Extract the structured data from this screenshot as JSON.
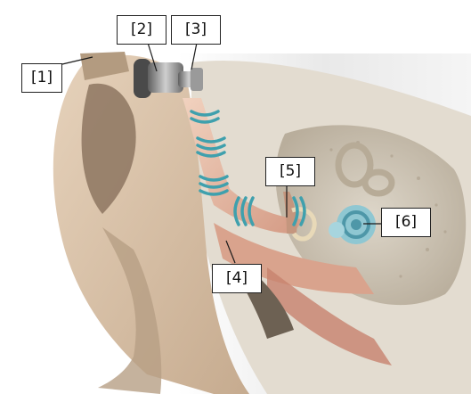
{
  "diagram": {
    "callouts": [
      {
        "id": "callout-1",
        "text": "[1]"
      },
      {
        "id": "callout-2",
        "text": "[2]"
      },
      {
        "id": "callout-3",
        "text": "[3]"
      },
      {
        "id": "callout-4",
        "text": "[4]"
      },
      {
        "id": "callout-5",
        "text": "[5]"
      },
      {
        "id": "callout-6",
        "text": "[6]"
      }
    ],
    "colors": {
      "skin": "#d9c2a8",
      "skin_shadow": "#a89079",
      "sound_wave": "#3fa0ad",
      "canal_tissue": "#e1b59a",
      "bone": "#cfc6b7",
      "eardrum": "#c4967e",
      "inner_ear_fluid": "#8fc7d2",
      "device_metal": "#7c7c7c"
    }
  }
}
